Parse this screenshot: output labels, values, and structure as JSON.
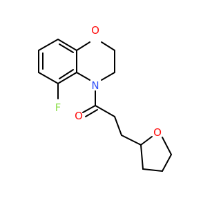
{
  "molecule": {
    "atoms": [
      {
        "id": "F",
        "label": "F",
        "element": "fluorine",
        "color": "#90E050"
      },
      {
        "id": "N",
        "label": "N",
        "element": "nitrogen",
        "color": "#3050F8"
      },
      {
        "id": "O_ring",
        "label": "O",
        "element": "oxygen",
        "color": "#FF0D0D"
      },
      {
        "id": "O_carbonyl",
        "label": "O",
        "element": "oxygen",
        "color": "#FF0D0D"
      },
      {
        "id": "O_thf",
        "label": "O",
        "element": "oxygen",
        "color": "#FF0D0D"
      }
    ],
    "bond_color": "#000000",
    "background": "#ffffff"
  }
}
